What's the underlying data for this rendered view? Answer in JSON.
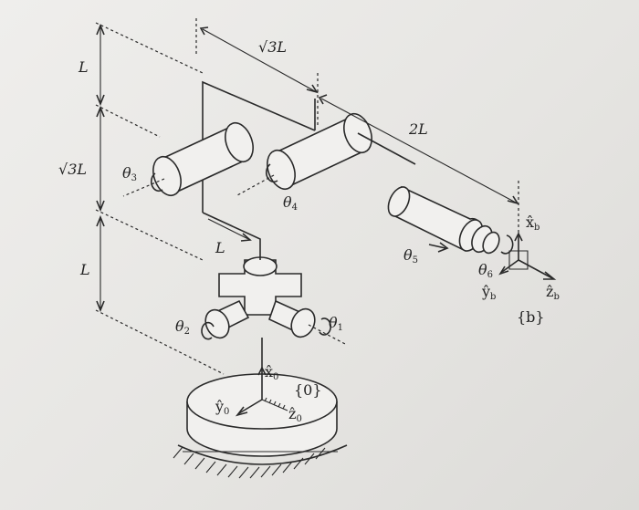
{
  "labels": {
    "dim_L_top": "L",
    "dim_sqrt3L_left_radical": "√",
    "dim_sqrt3L_left_rest": "3L",
    "dim_L_bottom": "L",
    "dim_sqrt3L_top_radical": "√",
    "dim_sqrt3L_top_rest": "3L",
    "dim_2L": "2L",
    "dim_L_offset": "L",
    "theta1": "θ",
    "theta1_sub": "1",
    "theta2": "θ",
    "theta2_sub": "2",
    "theta3": "θ",
    "theta3_sub": "3",
    "theta4": "θ",
    "theta4_sub": "4",
    "theta5": "θ",
    "theta5_sub": "5",
    "theta6": "θ",
    "theta6_sub": "6",
    "x0": "x̂",
    "x0_sub": "0",
    "y0": "ŷ",
    "y0_sub": "0",
    "z0": "ẑ",
    "z0_sub": "0",
    "frame0": "{0}",
    "xb": "x̂",
    "xb_sub": "b",
    "yb": "ŷ",
    "yb_sub": "b",
    "zb": "ẑ",
    "zb_sub": "b",
    "frameb": "{b}"
  }
}
